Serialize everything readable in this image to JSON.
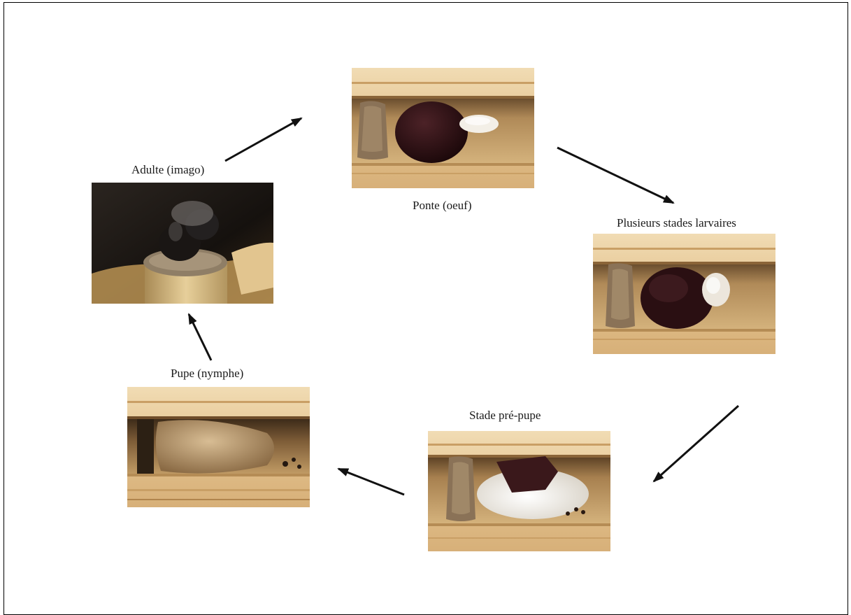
{
  "stages": {
    "ponte": {
      "label": "Ponte (oeuf)"
    },
    "larvaires": {
      "label": "Plusieurs stades larvaires"
    },
    "prepupe": {
      "label": "Stade pré-pupe"
    },
    "pupe": {
      "label": "Pupe (nymphe)"
    },
    "adulte": {
      "label": "Adulte (imago)"
    }
  },
  "colors": {
    "wood_light": "#e8cfa3",
    "wood_dark": "#c79d62",
    "pollen": "#2a0f12",
    "larva": "#f0ece4",
    "mud": "#8a7257",
    "arrow": "#111111"
  }
}
